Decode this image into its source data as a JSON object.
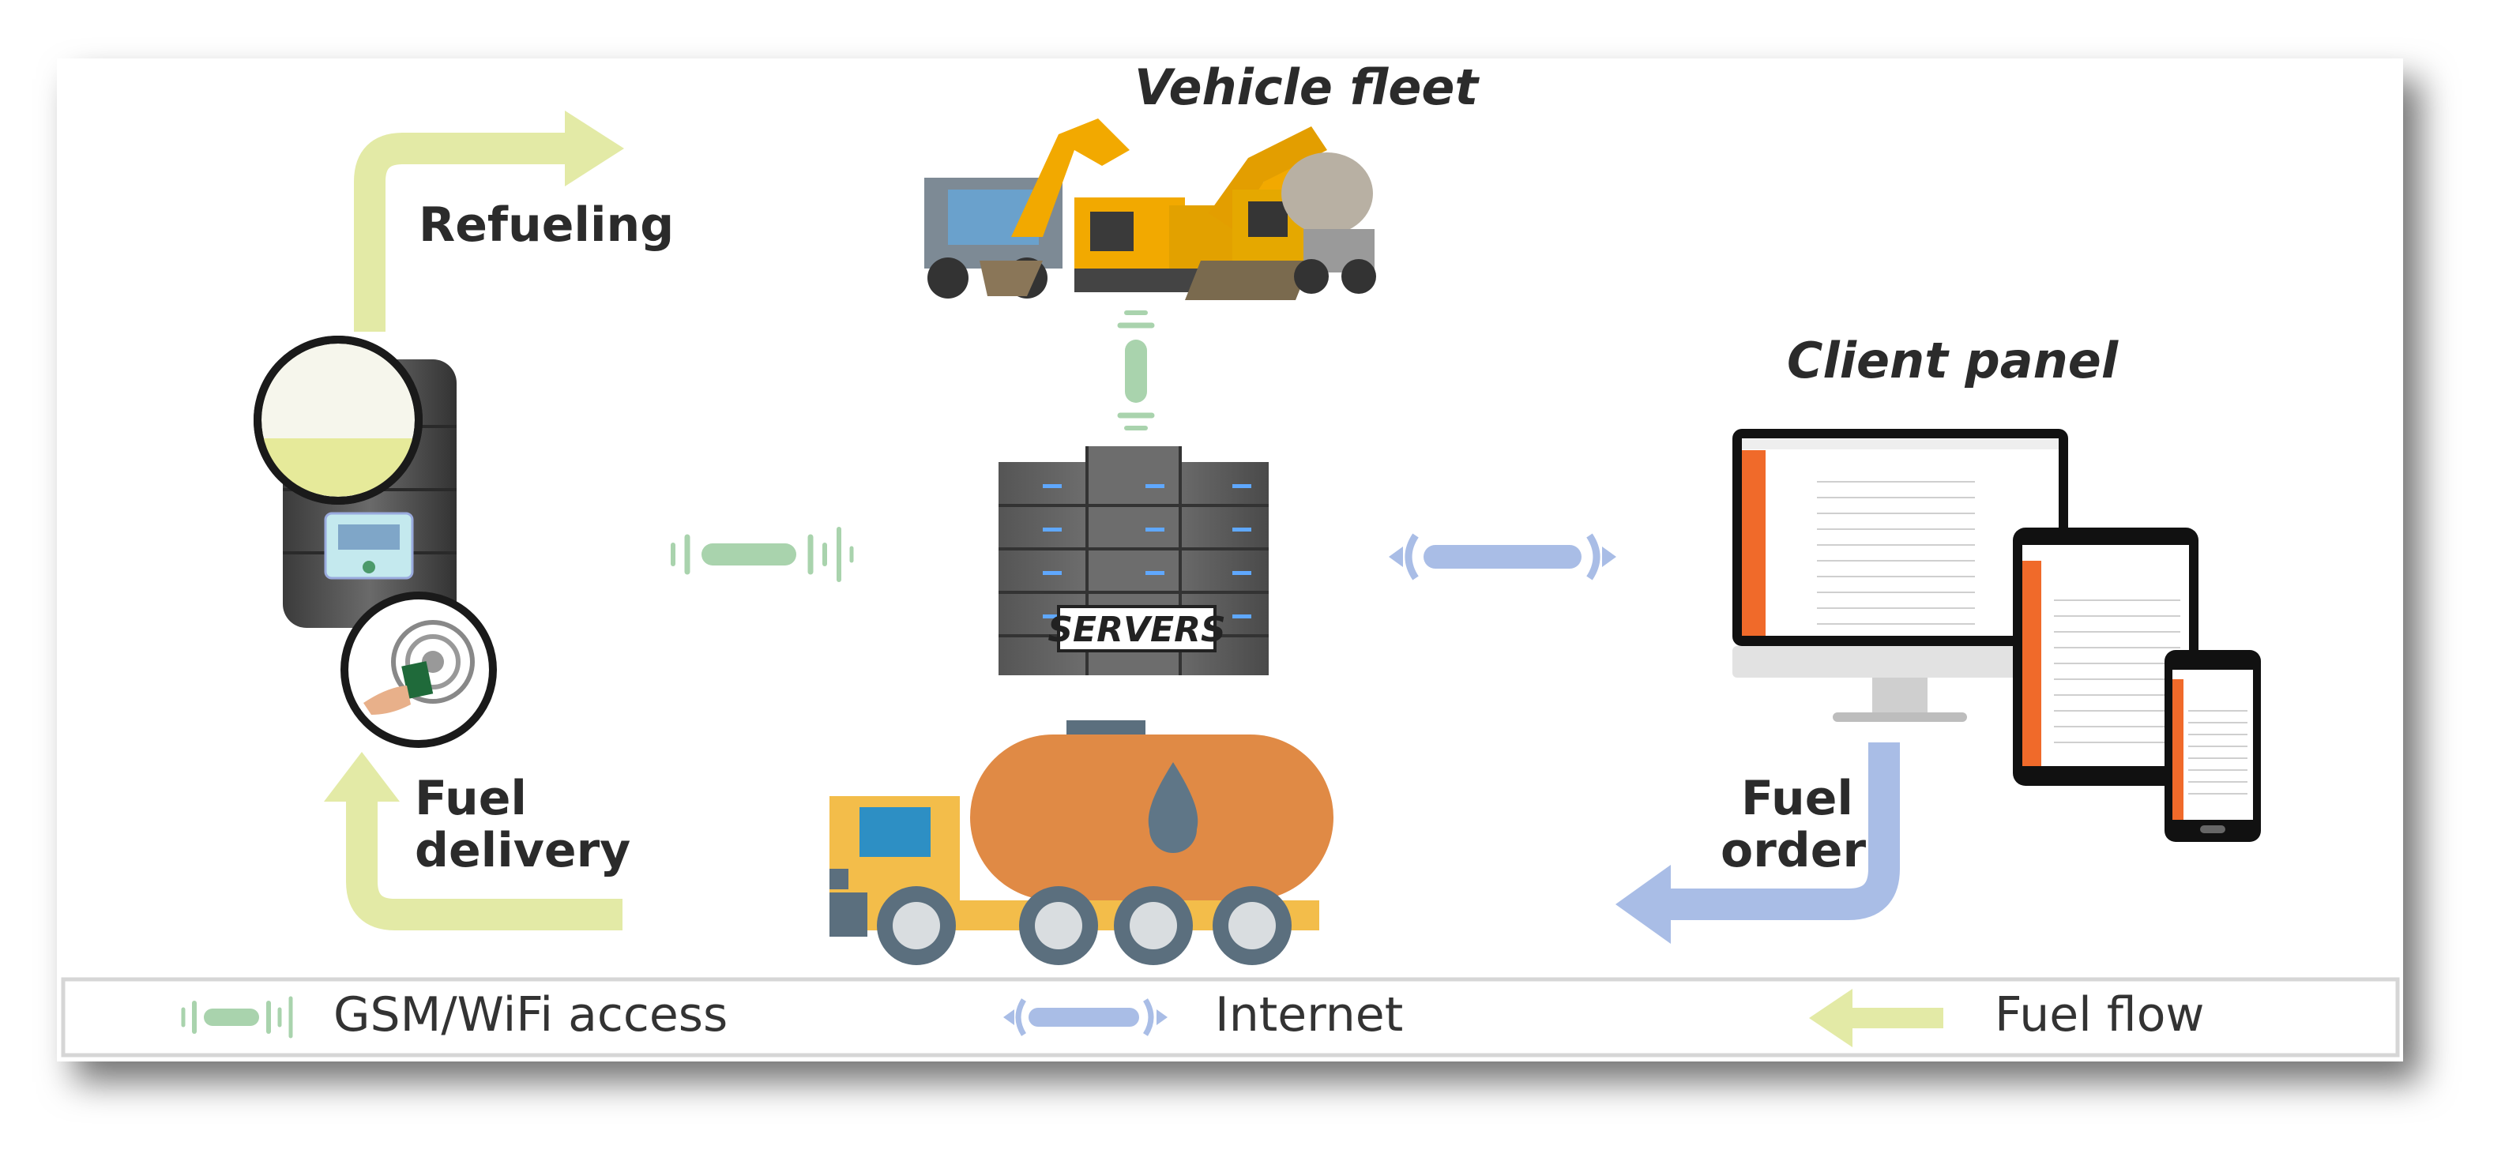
{
  "labels": {
    "vehicle_fleet": "Vehicle fleet",
    "client_panel": "Client panel",
    "refueling": "Refueling",
    "fuel_delivery_1": "Fuel",
    "fuel_delivery_2": "delivery",
    "fuel_order_1": "Fuel",
    "fuel_order_2": "order",
    "servers": "SERVERS"
  },
  "legend": {
    "gsm": "GSM/WiFi access",
    "internet": "Internet",
    "fuel_flow": "Fuel flow"
  },
  "colors": {
    "fuel_flow": "#e3eaa6",
    "internet": "#a9bde6",
    "gsm": "#a9d3ad",
    "tanker_body": "#e08a45",
    "truck_cab": "#f3bd4a",
    "drop": "#5f7687"
  }
}
